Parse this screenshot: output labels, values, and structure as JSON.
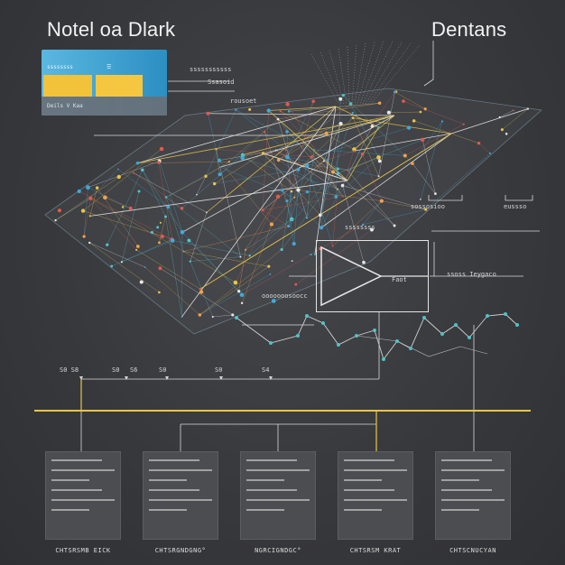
{
  "header": {
    "left_title": "Notel oa Dlark",
    "right_title": "Dentans"
  },
  "card": {
    "header_text": "ssssssss",
    "footer_text": "Deils V Kaa"
  },
  "annotations": {
    "ann1": "Ssasoid",
    "ann2": "rousoet",
    "ann3": "ooooooosoocc",
    "ann4": "sossosioo",
    "ann5": "ssoss Ieygaco",
    "ann6": "Faot",
    "ann7": "eussso"
  },
  "axis_labels": [
    "S0 S8",
    "S0",
    "S6",
    "S0",
    "S0",
    "S4"
  ],
  "panels": [
    {
      "label": "CHTSRSMB EICK"
    },
    {
      "label": "CHTSRGNDGNG°"
    },
    {
      "label": "NGRCIGNDGC°"
    },
    {
      "label": "CHTSRSM KRAT"
    },
    {
      "label": "CHTSCNUCYAN"
    }
  ],
  "colors": {
    "accent_yellow": "#e8c547",
    "accent_blue": "#3fa9d8",
    "accent_red": "#e05a4e",
    "accent_teal": "#4fc2c9",
    "line": "#d8d8d8",
    "background": "#3a3b3e"
  }
}
